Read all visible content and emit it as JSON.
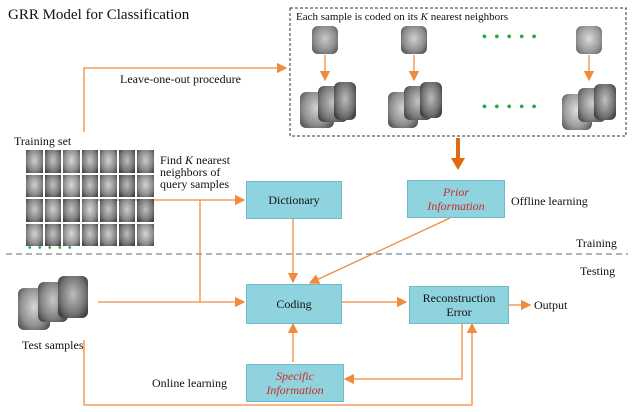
{
  "title": "GRR Model for Classification",
  "labels": {
    "coded_header_pre": "Each sample is coded on its ",
    "coded_header_k": "K",
    "coded_header_post": " nearest neighbors",
    "leave_one_out": "Leave-one-out procedure",
    "training_set": "Training set",
    "find_k_line1_pre": "Find ",
    "find_k_k": "K",
    "find_k_line1_post": " nearest",
    "find_k_line2": "neighbors of",
    "find_k_line3": "query samples",
    "offline_learning": "Offline learning",
    "training": "Training",
    "testing": "Testing",
    "test_samples": "Test samples",
    "output": "Output",
    "online_learning": "Online learning"
  },
  "boxes": {
    "dictionary": "Dictionary",
    "prior_line1": "Prior",
    "prior_line2": "Information",
    "coding": "Coding",
    "recon_line1": "Reconstruction",
    "recon_line2": "Error",
    "specific_line1": "Specific",
    "specific_line2": "Information"
  },
  "ellipsis": {
    "top": "• • • • •",
    "bottom": "• • • • •",
    "training": "• • • • •"
  },
  "colors": {
    "arrow": "#f08a3c",
    "arrow_dark": "#e06a12",
    "box_fill": "#8fd3de",
    "red_text": "#cc2b2b",
    "dots": "#22aa44"
  }
}
